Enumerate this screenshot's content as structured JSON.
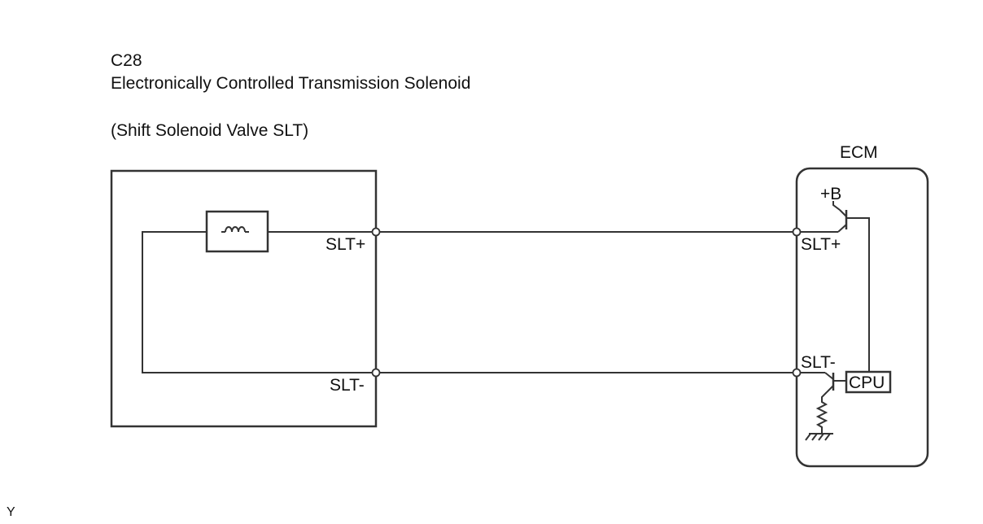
{
  "component": {
    "connector": "C28",
    "name": "Electronically Controlled Transmission Solenoid",
    "sub_name": "(Shift Solenoid Valve SLT)",
    "pins": {
      "plus": "SLT+",
      "minus": "SLT-"
    }
  },
  "ecm": {
    "title": "ECM",
    "supply": "+B",
    "pins": {
      "plus": "SLT+",
      "minus": "SLT-"
    },
    "cpu": "CPU"
  },
  "footer": {
    "code": "Y"
  },
  "colors": {
    "line": "#333333",
    "text": "#111111"
  }
}
